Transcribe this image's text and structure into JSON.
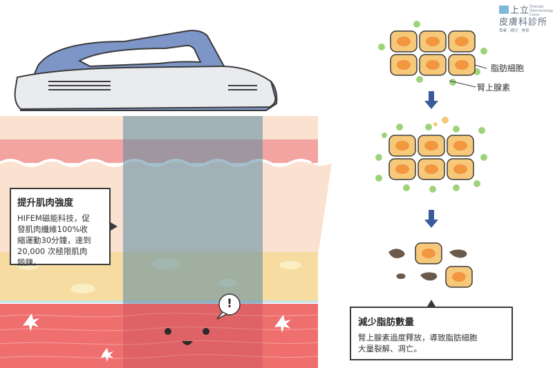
{
  "logo": {
    "line1": "上立",
    "line2": "皮膚科診所",
    "english": "Shangli Dermatology Clinic",
    "tagline": "專業 · 親切 · 美學"
  },
  "left_callout": {
    "title": "提升肌肉強度",
    "body_lines": [
      "HIFEM磁能科技，促",
      "發肌肉纖維100%收",
      "縮運動30分鐘，達到",
      "20,000 次極限肌肉",
      "鍛鍊。"
    ]
  },
  "right_callout": {
    "title": "減少脂肪數量",
    "body_lines": [
      "腎上腺素過度釋放，導致脂肪細胞",
      "大量裂解、凋亡。"
    ]
  },
  "labels": {
    "fat_cell": "脂肪細胞",
    "adrenaline": "腎上腺素"
  },
  "alert_symbol": "!",
  "colors": {
    "iron_blue": "#7d95c7",
    "iron_body": "#e9ebee",
    "skin_top": "#fbe1cf",
    "skin_pink": "#f4a4a0",
    "fat_layer": "#f6dca0",
    "muscle": "#ef6e6e",
    "beam": "#5a8aa0",
    "fat_cell_fill": "#f6c87a",
    "fat_cell_core": "#f2963f",
    "adrenaline_dot": "#9ed37b",
    "arrow": "#3a5a9c"
  }
}
